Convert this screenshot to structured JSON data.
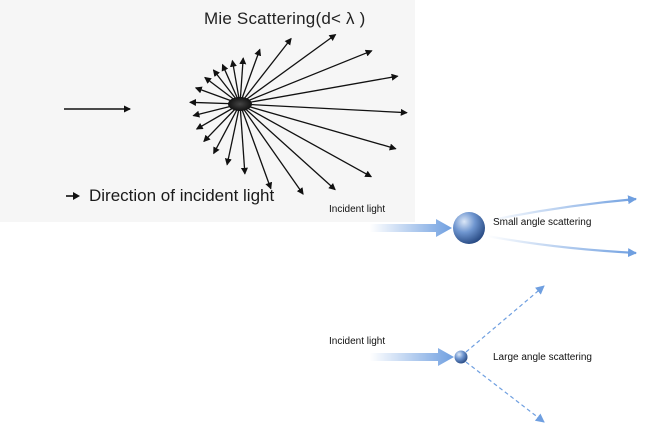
{
  "title": "Mie Scattering(d< λ )",
  "legend": "Direction of incident light",
  "small_particle": {
    "incident_label": "Incident light",
    "scatter_label": "Small angle scattering"
  },
  "large_particle": {
    "incident_label": "Incident light",
    "scatter_label": "Large angle scattering"
  },
  "colors": {
    "panel_background": "#f6f6f6",
    "ink": "#111111",
    "ray_blue": "#6f9fe0",
    "sphere_highlight": "#c9dbf5",
    "sphere_shadow": "#2c4f8f"
  }
}
